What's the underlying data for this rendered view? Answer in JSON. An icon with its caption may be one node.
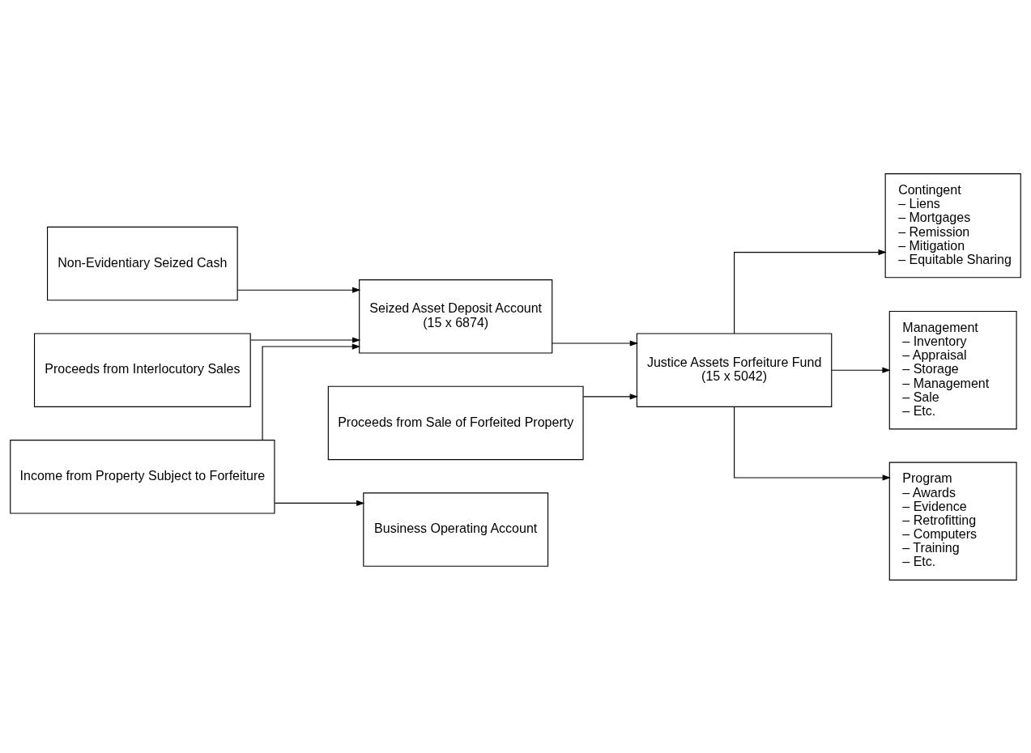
{
  "diagram": {
    "nodes": [
      {
        "text": [
          "Non-Evidentiary Seized Cash"
        ]
      },
      {
        "text": [
          "Proceeds from Interlocutory Sales"
        ]
      },
      {
        "text": [
          "Income from Property Subject to Forfeiture"
        ]
      },
      {
        "text": [
          "Seized Asset Deposit Account (15 x 6874)"
        ]
      },
      {
        "text": [
          "Proceeds from Sale of Forfeited Property"
        ]
      },
      {
        "text": [
          "Business Operating Account"
        ]
      },
      {
        "text": [
          "Justice Assets Forfeiture Fund (15 x 5042)"
        ]
      },
      {
        "text": [
          "Contingent",
          "– Liens",
          "– Mortgages",
          "– Remission",
          "– Mitigation",
          "– Equitable Sharing"
        ]
      },
      {
        "text": [
          "Management",
          "– Inventory",
          "– Appraisal",
          "– Storage",
          "– Management",
          "– Sale",
          "– Etc."
        ]
      },
      {
        "text": [
          "Program",
          "– Awards",
          "– Evidence",
          "– Retrofitting",
          "– Computers",
          "– Training",
          "– Etc."
        ]
      }
    ],
    "edges": [
      {
        "from": 0,
        "to": 3,
        "arrow": "to"
      },
      {
        "from": 1,
        "to": 3,
        "arrow": "to"
      },
      {
        "from": 2,
        "to": 3,
        "arrow": "to"
      },
      {
        "from": 2,
        "to": 5,
        "arrow": "to"
      },
      {
        "from": 3,
        "to": 6,
        "arrow": "to"
      },
      {
        "from": 4,
        "to": 6,
        "arrow": "to"
      },
      {
        "from": 6,
        "to": 7,
        "arrow": "to"
      },
      {
        "from": 6,
        "to": 8,
        "arrow": "to"
      },
      {
        "from": 6,
        "to": 9,
        "arrow": "to"
      }
    ]
  }
}
